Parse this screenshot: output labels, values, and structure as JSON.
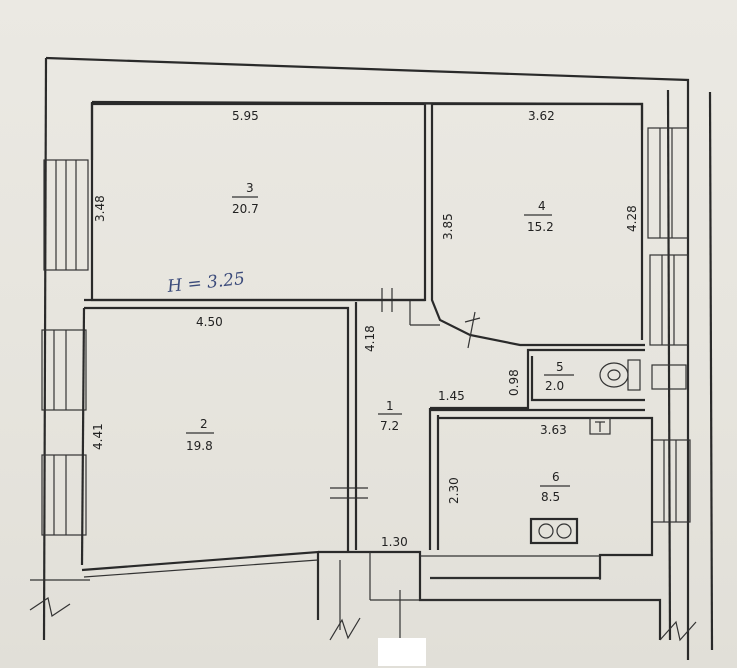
{
  "floor_plan": {
    "ceiling_note": "H = 3.25",
    "rooms": [
      {
        "number": "3",
        "area": "20.7",
        "top_dim": "5.95",
        "side_dim": "3.48"
      },
      {
        "number": "4",
        "area": "15.2",
        "top_dim": "3.62",
        "left_dim": "3.85",
        "right_dim": "4.28"
      },
      {
        "number": "2",
        "area": "19.8",
        "top_dim": "4.50",
        "side_dim": "4.41"
      },
      {
        "number": "1",
        "area": "7.2",
        "side_dim": "4.18",
        "bottom_dim": "1.30"
      },
      {
        "number": "5",
        "area": "2.0",
        "side_dim": "0.98",
        "bottom_dim": "1.45"
      },
      {
        "number": "6",
        "area": "8.5",
        "top_dim": "3.63",
        "side_dim": "2.30"
      }
    ]
  },
  "colors": {
    "paper": "#e9e7e0",
    "ink": "#2a2a2a",
    "handwriting": "#3a4a7a"
  }
}
